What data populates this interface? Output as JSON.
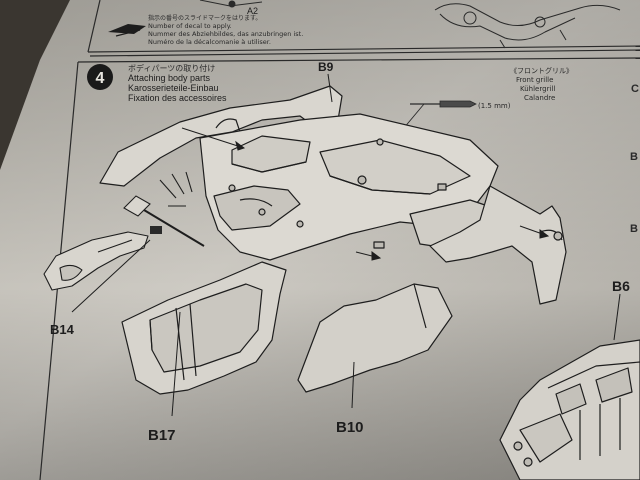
{
  "top_section": {
    "part_label": "A2",
    "decal_jp": "指示の番号のスライドマークをはります。",
    "decal_en": "Number of decal to apply.",
    "decal_de": "Nummer des Abziehbildes, das anzubringen ist.",
    "decal_fr": "Numéro de la décalcomanie à utiliser."
  },
  "step": {
    "number": "4",
    "title_jp": "ボディパーツの取り付け",
    "title_en": "Attaching body parts",
    "title_de": "Karosserieteile-Einbau",
    "title_fr": "Fixation des accessoires"
  },
  "front_grille": {
    "jp": "《フロントグリル》",
    "en": "Front grille",
    "de": "Kühlergrill",
    "fr": "Calandre"
  },
  "drill_size": "(1.5 mm)",
  "part_labels": {
    "b9": "B9",
    "b14": "B14",
    "b17": "B17",
    "b10": "B10",
    "b6": "B6"
  },
  "colors": {
    "paper": "#c9c6bf",
    "paper_shadow": "#a9a69f",
    "ink": "#1d1d1d",
    "table": "#3a3630"
  }
}
